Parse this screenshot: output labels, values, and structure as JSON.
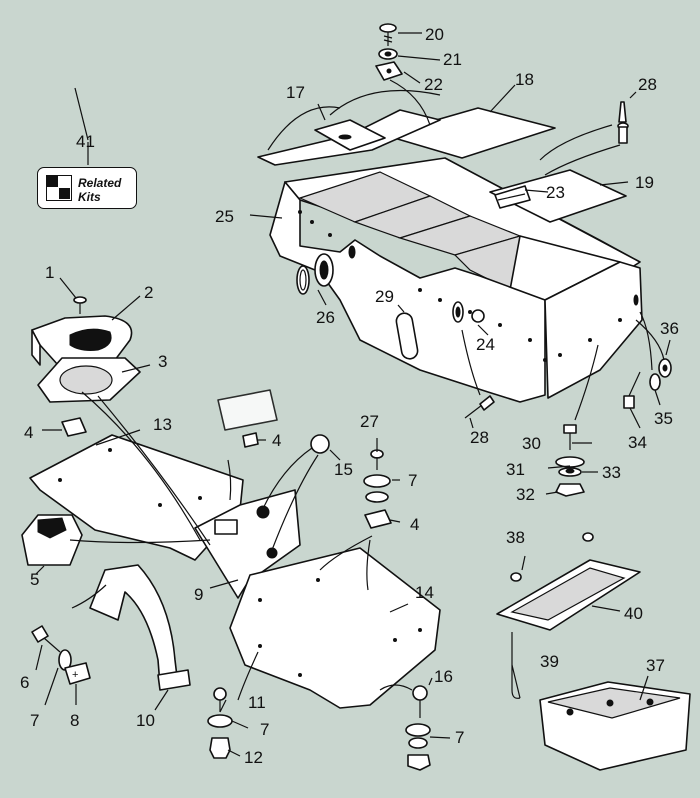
{
  "related_kits": {
    "callout": "41",
    "label_line1": "Related",
    "label_line2": "Kits",
    "icon": "checkered-flag-icon"
  },
  "callouts": [
    {
      "id": "c20",
      "text": "20"
    },
    {
      "id": "c21",
      "text": "21"
    },
    {
      "id": "c22",
      "text": "22"
    },
    {
      "id": "c18",
      "text": "18"
    },
    {
      "id": "c17",
      "text": "17"
    },
    {
      "id": "c28a",
      "text": "28"
    },
    {
      "id": "c41",
      "text": "41"
    },
    {
      "id": "c23",
      "text": "23"
    },
    {
      "id": "c19",
      "text": "19"
    },
    {
      "id": "c25",
      "text": "25"
    },
    {
      "id": "c1",
      "text": "1"
    },
    {
      "id": "c2",
      "text": "2"
    },
    {
      "id": "c29",
      "text": "29"
    },
    {
      "id": "c26",
      "text": "26"
    },
    {
      "id": "c36",
      "text": "36"
    },
    {
      "id": "c3",
      "text": "3"
    },
    {
      "id": "c24",
      "text": "24"
    },
    {
      "id": "c35",
      "text": "35"
    },
    {
      "id": "c13",
      "text": "13"
    },
    {
      "id": "c4a",
      "text": "4"
    },
    {
      "id": "c4b",
      "text": "4"
    },
    {
      "id": "c27",
      "text": "27"
    },
    {
      "id": "c28b",
      "text": "28"
    },
    {
      "id": "c30",
      "text": "30"
    },
    {
      "id": "c34",
      "text": "34"
    },
    {
      "id": "c15",
      "text": "15"
    },
    {
      "id": "c7a",
      "text": "7"
    },
    {
      "id": "c31",
      "text": "31"
    },
    {
      "id": "c33",
      "text": "33"
    },
    {
      "id": "c32",
      "text": "32"
    },
    {
      "id": "c4c",
      "text": "4"
    },
    {
      "id": "c5",
      "text": "5"
    },
    {
      "id": "c38",
      "text": "38"
    },
    {
      "id": "c9",
      "text": "9"
    },
    {
      "id": "c14",
      "text": "14"
    },
    {
      "id": "c40",
      "text": "40"
    },
    {
      "id": "c6",
      "text": "6"
    },
    {
      "id": "c39",
      "text": "39"
    },
    {
      "id": "c37",
      "text": "37"
    },
    {
      "id": "c16",
      "text": "16"
    },
    {
      "id": "c11",
      "text": "11"
    },
    {
      "id": "c7b",
      "text": "7"
    },
    {
      "id": "c10",
      "text": "10"
    },
    {
      "id": "c7c",
      "text": "7"
    },
    {
      "id": "c8",
      "text": "8"
    },
    {
      "id": "c7d",
      "text": "7"
    },
    {
      "id": "c12",
      "text": "12"
    }
  ]
}
